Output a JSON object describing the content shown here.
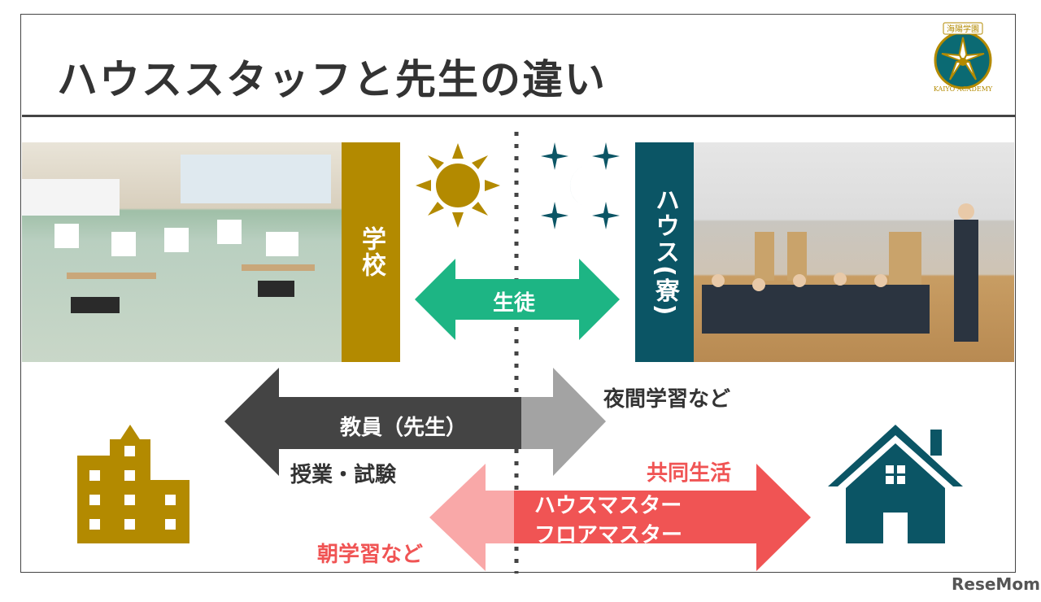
{
  "title": "ハウススタッフと先生の違い",
  "logo": {
    "text_top": "海陽学園",
    "text_bottom": "KAIYO ACADEMY"
  },
  "school_label": "学校",
  "house_label": "ハウス(寮)",
  "students_label": "生徒",
  "teacher_label": "教員（先生）",
  "teacher_night_note": "夜間学習など",
  "teacher_day_note": "授業・試験",
  "house_staff_labels": [
    "ハウスマスター",
    "フロアマスター"
  ],
  "house_staff_note_right": "共同生活",
  "house_staff_note_left": "朝学習など",
  "watermark": "ReseMom",
  "colors": {
    "gold": "#b38a00",
    "teal": "#0b5565",
    "green": "#1db584",
    "dark": "#444444",
    "gray": "#a3a3a3",
    "red": "#f05454",
    "pink": "#f9a8a8"
  },
  "icons": [
    "sun-icon",
    "moon-stars-icon",
    "school-building-icon",
    "house-icon"
  ]
}
